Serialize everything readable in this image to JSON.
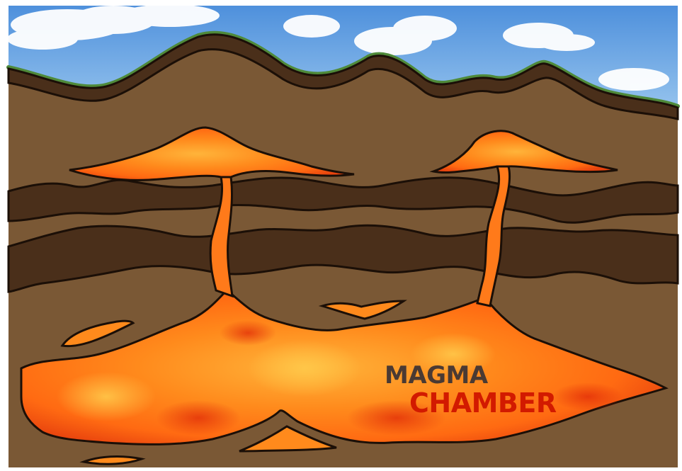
{
  "diagram": {
    "labels": {
      "line1": "MAGMA",
      "line2": "CHAMBER"
    },
    "colors": {
      "sky": "#6aa6e0",
      "earth": "#7a5835",
      "dark_layer": "#4a2f1a",
      "outline": "#1b0f07",
      "grass": "#4f8a3a",
      "magma_hot": "#ffb43a",
      "magma": "#ff7a1a",
      "magma_deep": "#e8430e",
      "label_magma": "#4a3a33",
      "label_chamber": "#d21a00"
    },
    "parts": [
      "sky",
      "clouds",
      "grass-ridge",
      "rock-strata",
      "magma-chamber",
      "dikes",
      "sills"
    ]
  }
}
